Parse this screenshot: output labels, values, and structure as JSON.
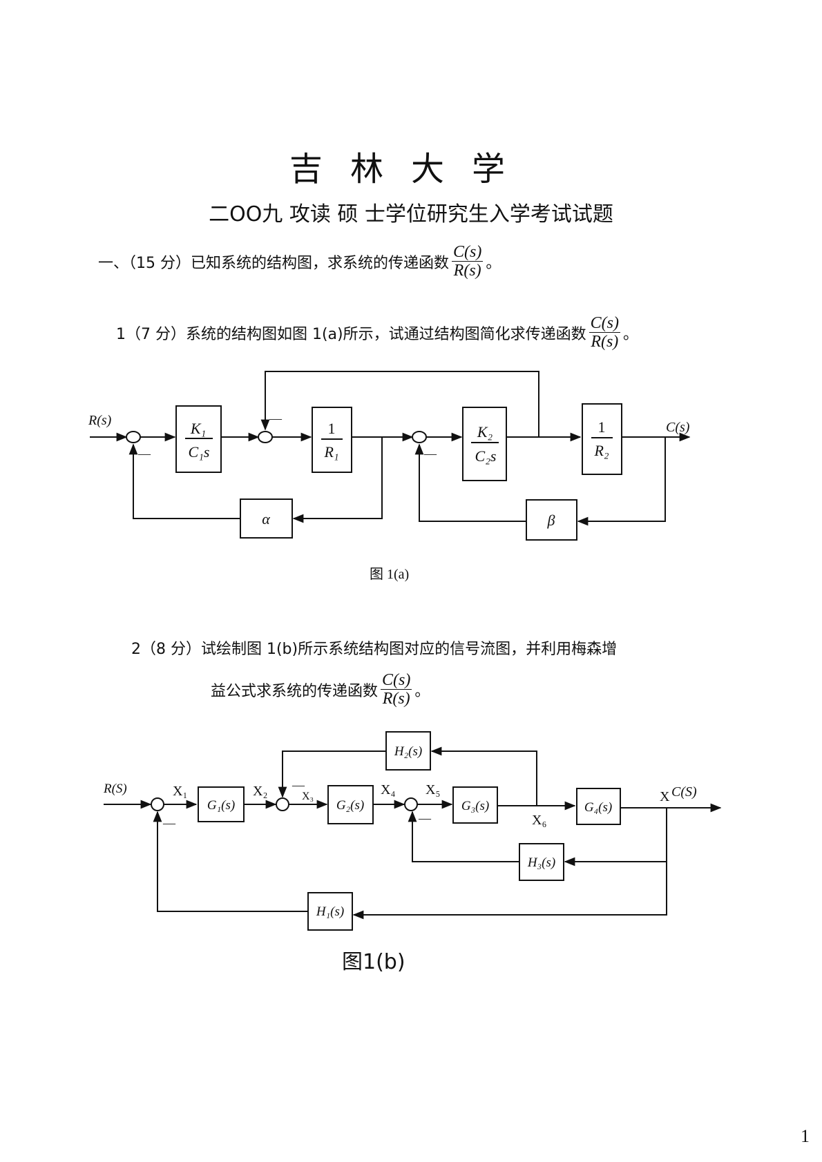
{
  "header": {
    "university": "吉林大学",
    "exam_title": "二OO九 攻读 硕 士学位研究生入学考试试题"
  },
  "question1": {
    "label": "一、（15 分）已知系统的结构图，求系统的传递函数",
    "frac_num": "C(s)",
    "frac_den": "R(s)",
    "end": "。"
  },
  "sub1": {
    "label": "1（7 分）系统的结构图如图 1(a)所示，试通过结构图简化求传递函数",
    "frac_num": "C(s)",
    "frac_den": "R(s)",
    "end": "。"
  },
  "fig1a": {
    "input": "R(s)",
    "output": "C(s)",
    "blocks": [
      {
        "id": "k1",
        "num": "K₁",
        "den": "C₁s"
      },
      {
        "id": "r1",
        "num": "1",
        "den": "R₁"
      },
      {
        "id": "k2",
        "num": "K₂",
        "den": "C₂s"
      },
      {
        "id": "r2",
        "num": "1",
        "den": "R₂"
      },
      {
        "id": "alpha",
        "text": "α"
      },
      {
        "id": "beta",
        "text": "β"
      }
    ],
    "minus": "—",
    "caption": "图 1(a)"
  },
  "sub2": {
    "line1": "2（8 分）试绘制图 1(b)所示系统结构图对应的信号流图，并利用梅森增",
    "line2": "益公式求系统的传递函数",
    "frac_num": "C(s)",
    "frac_den": "R(s)",
    "end": "。"
  },
  "fig1b": {
    "input": "R(S)",
    "output": "C(S)",
    "blocks": {
      "g1": "G₁(s)",
      "g2": "G₂(s)",
      "g3": "G₃(s)",
      "g4": "G₄(s)",
      "h1": "H₁(s)",
      "h2": "H₂(s)",
      "h3": "H₃(s)"
    },
    "handwritten_labels": [
      "X₁",
      "X₂",
      "X₃",
      "X₄",
      "X₅",
      "X₆",
      "X"
    ],
    "minus": "—",
    "caption": "图1(b)"
  },
  "page_number": "1"
}
